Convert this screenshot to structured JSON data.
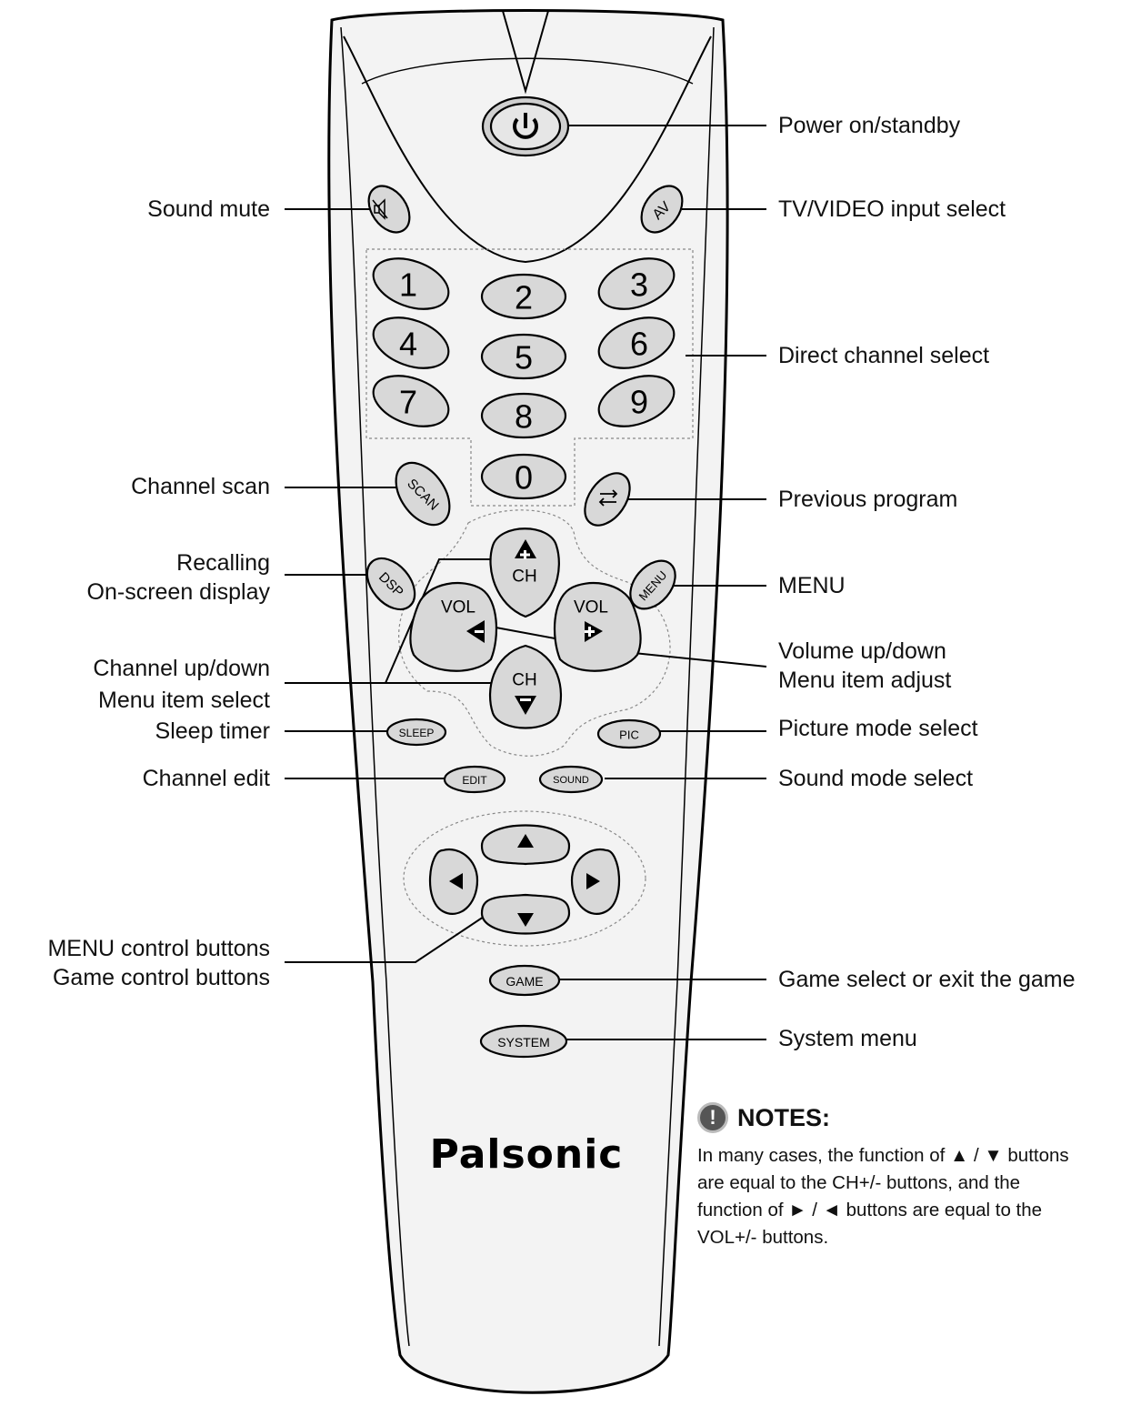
{
  "brand": "Palsonic",
  "labels": {
    "power": "Power on/standby",
    "mute": "Sound mute",
    "av": "TV/VIDEO input select",
    "direct": "Direct channel select",
    "scan": "Channel scan",
    "prev": "Previous program",
    "dsp": "Recalling\nOn-screen display",
    "menu": "MENU",
    "ch": "Channel up/down\nMenu item select",
    "vol": "Volume up/down\nMenu item adjust",
    "sleep": "Sleep timer",
    "pic": "Picture mode select",
    "edit": "Channel edit",
    "sound": "Sound mode select",
    "menu_ctrl": "MENU control buttons\nGame control buttons",
    "game": "Game select or exit the game",
    "system": "System menu"
  },
  "buttons": {
    "digits": [
      "1",
      "2",
      "3",
      "4",
      "5",
      "6",
      "7",
      "8",
      "9",
      "0"
    ],
    "av": "AV",
    "scan": "SCAN",
    "dsp": "DSP",
    "menu": "MENU",
    "ch": "CH",
    "vol": "VOL",
    "sleep": "SLEEP",
    "pic": "PIC",
    "edit": "EDIT",
    "sound": "SOUND",
    "game": "GAME",
    "system": "SYSTEM"
  },
  "notes": {
    "title": "NOTES:",
    "icon": "!",
    "text": "In many cases, the function of ▲ / ▼ buttons\nare equal to the CH+/- buttons, and the\nfunction of ► / ◄ buttons are equal to the\nVOL+/- buttons."
  },
  "colors": {
    "button_fill": "#d8d8d8",
    "body_fill": "#f2f2f2",
    "outline": "#000000"
  }
}
